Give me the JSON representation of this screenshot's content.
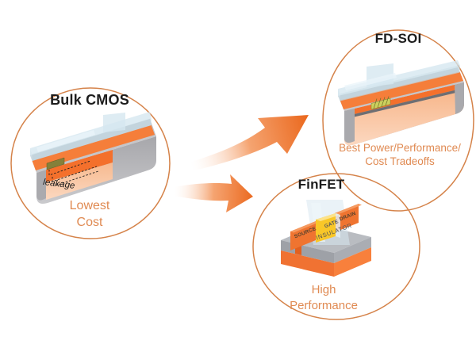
{
  "diagram": {
    "background_color": "#ffffff",
    "circle_stroke_color": "#d5834a",
    "caption_color": "#e08a52",
    "arrow_color": "#eb6a20",
    "nodes": {
      "bulk_cmos": {
        "title": "Bulk CMOS",
        "caption": "Lowest\nCost",
        "leakage_label": "leakage"
      },
      "fd_soi": {
        "title": "FD-SOI",
        "caption": "Best Power/Performance/\nCost Tradeoffs"
      },
      "finfet": {
        "title": "FinFET",
        "caption": "High\nPerformance",
        "labels": {
          "source": "SOURCE",
          "gate": "GATE",
          "drain": "DRAIN",
          "insulator": "INSULATOR"
        }
      }
    }
  }
}
